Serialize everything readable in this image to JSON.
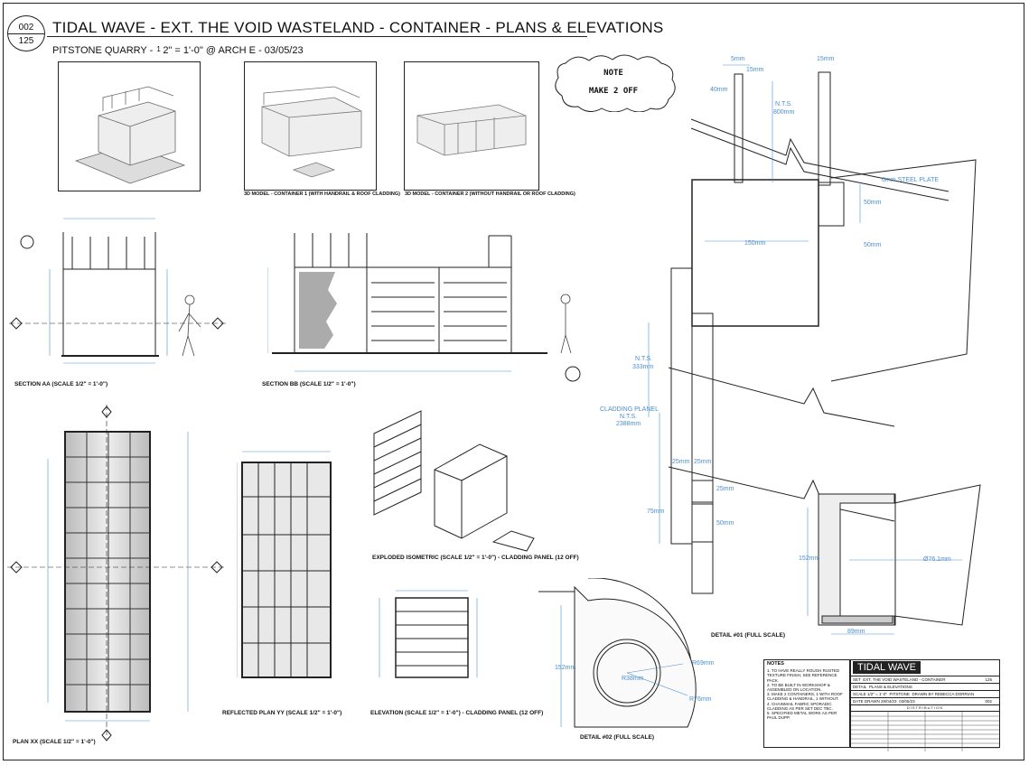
{
  "header": {
    "sheet_number": "002",
    "sheet_total": "125",
    "title": "TIDAL WAVE - EXT. THE VOID WASTELAND - CONTAINER - PLANS & ELEVATIONS",
    "location": "PITSTONE QUARRY -",
    "scale_num": "1",
    "scale_rest": "2\" = 1'-0\" @ ARCH E - 03/05/23"
  },
  "note_cloud": {
    "heading": "NOTE",
    "text": "MAKE 2 OFF"
  },
  "views": {
    "model_1": "3D MODEL - CONTAINER 1 (WITH HANDRAIL & ROOF CLADDING)",
    "model_2": "3D MODEL - CONTAINER 2 (WITHOUT HANDRAIL OR ROOF CLADDING)",
    "section_aa": "SECTION AA (SCALE 1/2\" = 1'-0\")",
    "section_bb": "SECTION BB (SCALE 1/2\" = 1'-0\")",
    "plan_xx": "PLAN XX (SCALE 1/2\" = 1'-0\")",
    "reflected_plan": "REFLECTED PLAN YY (SCALE 1/2\" = 1'-0\")",
    "exploded_iso": "EXPLODED ISOMETRIC (SCALE 1/2\" = 1'-0\") - CLADDING PANEL (12 OFF)",
    "elevation": "ELEVATION (SCALE 1/2\" = 1'-0\") - CLADDING PANEL (12 OFF)",
    "detail_01": "DETAIL #01 (FULL SCALE)",
    "detail_02": "DETAIL #02 (FULL SCALE)"
  },
  "detail01_dims": {
    "d5": "5mm",
    "d15a": "15mm",
    "d15b": "15mm",
    "d40": "40mm",
    "nts1": "N.T.S.",
    "d800": "800mm",
    "steel_plate": "6mm STEEL PLATE",
    "d50a": "50mm",
    "d50b": "50mm",
    "d150": "150mm",
    "nts2": "N.T.S.",
    "d333": "333mm",
    "cladding": "CLADDING PLANEL",
    "nts3": "N.T.S.",
    "d2388": "2388mm",
    "d25a": "25mm",
    "d25b": "25mm",
    "d25c": "25mm",
    "d75": "75mm",
    "d50c": "50mm",
    "d152": "152mm",
    "d761": "Ø76.1mm",
    "d89": "89mm"
  },
  "detail02_dims": {
    "d152": "152mm",
    "r38": "R38mm",
    "r69": "R69mm",
    "r76": "R76mm"
  },
  "notes": {
    "heading": "NOTES",
    "items": [
      "1.  TO HAVE REALLY ROUGH RUSTED TEXTURE FINISH, SEE REFERENCE PACK.",
      "2.  TO BE BUILT IN WORKSHOP & ASSEMBLED ON LOCATION.",
      "3.  MAKE 2 CONTAINERS, 1 WITH ROOF CLADDING & HANDRAIL, 1 WITHOUT.",
      "4.  CHAINMAIL FABRIC SPORADIC CLADDING AS PER SET DEC TBC.",
      "5.  SPECIFIED METAL WORK AS PER PAUL DUPP."
    ]
  },
  "title_block": {
    "logo": "TIDAL WAVE",
    "set_label": "SET",
    "set_value": "EXT. THE VOID WASTELAND - CONTAINER",
    "detail_label": "DETAIL",
    "detail_value": "PLANS & ELEVATIONS",
    "scale_label": "SCALE",
    "scale_value": "1/2\" = 1'-0\"",
    "stage_value": "PITSTONE",
    "drawn_by_label": "DRAWN BY",
    "drawn_by": "REBECCA DORRIAN",
    "date_label": "DATE DRAWN",
    "date_drawn": "28/04/23",
    "date_issued": "03/05/23",
    "set_no": "125",
    "dwg_no": "002",
    "distribution": "DISTRIBUTION"
  }
}
